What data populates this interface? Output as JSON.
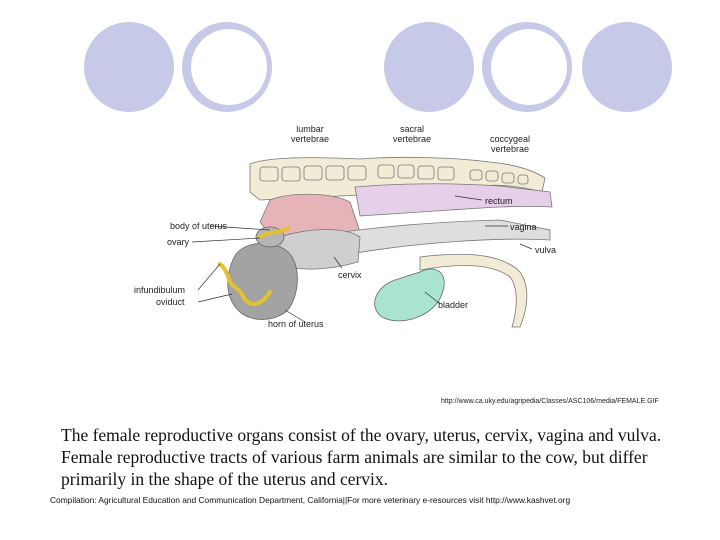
{
  "diagram": {
    "labels": {
      "lumbar": [
        "lumbar",
        "vertebrae"
      ],
      "sacral": [
        "sacral",
        "vertebrae"
      ],
      "coccygeal": [
        "coccygeal",
        "vertebrae"
      ],
      "rectum": "rectum",
      "vagina": "vagina",
      "vulva": "vulva",
      "body_of_uterus": "body of uterus",
      "ovary": "ovary",
      "infundibulum": "infundibulum",
      "oviduct": "oviduct",
      "cervix": "cervix",
      "bladder": "bladder",
      "horn_of_uterus": "horn of uterus"
    }
  },
  "source_url": "http://www.ca.uky.edu/agripedia/Classes/ASC106/media/FEMALE.GIF",
  "body_text": "The female reproductive organs consist of the ovary, uterus, cervix, vagina and vulva. Female reproductive tracts of various farm animals are similar to the cow, but differ primarily in the shape of the uterus and cervix.",
  "footer": "Compilation: Agricultural Education and Communication Department, California||For more veterinary e-resources visit http://www.kashvet.org",
  "colors": {
    "circle": "#c7c9e8",
    "rectum": "#e6cfe9",
    "uterus_body": "#e6b4b8",
    "bladder": "#a8e4d0",
    "ovary": "#a3a3a3",
    "oviduct": "#e2c233"
  }
}
